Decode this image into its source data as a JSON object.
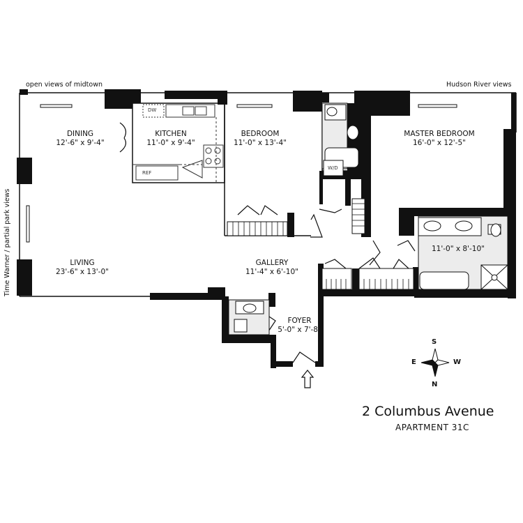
{
  "views": {
    "top_left": "open views of midtown",
    "top_right": "Hudson River views",
    "left_side": "Time Warner / partial park views"
  },
  "rooms": [
    {
      "id": "dining",
      "name": "DINING",
      "size": "12'-6\" x 9'-4\""
    },
    {
      "id": "kitchen",
      "name": "KITCHEN",
      "size": "11'-0\" x 9'-4\""
    },
    {
      "id": "bedroom",
      "name": "BEDROOM",
      "size": "11'-0\" x 13'-4\""
    },
    {
      "id": "master-bedroom",
      "name": "MASTER BEDROOM",
      "size": "16'-0\" x 12'-5\""
    },
    {
      "id": "living",
      "name": "LIVING",
      "size": "23'-6\" x 13'-0\""
    },
    {
      "id": "gallery",
      "name": "GALLERY",
      "size": "11'-4\" x 6'-10\""
    },
    {
      "id": "master-bath",
      "name": "",
      "size": "11'-0\" x 8'-10\""
    },
    {
      "id": "foyer",
      "name": "FOYER",
      "size": "5'-0\" x 7'-8\""
    }
  ],
  "fixtures": {
    "dishwasher": "DW",
    "refrigerator": "REF",
    "washer_dryer": "W/D"
  },
  "compass": {
    "top": "S",
    "left": "E",
    "right": "W",
    "bottom": "N"
  },
  "building": {
    "name": "2 Columbus Avenue",
    "unit": "APARTMENT 31C"
  }
}
